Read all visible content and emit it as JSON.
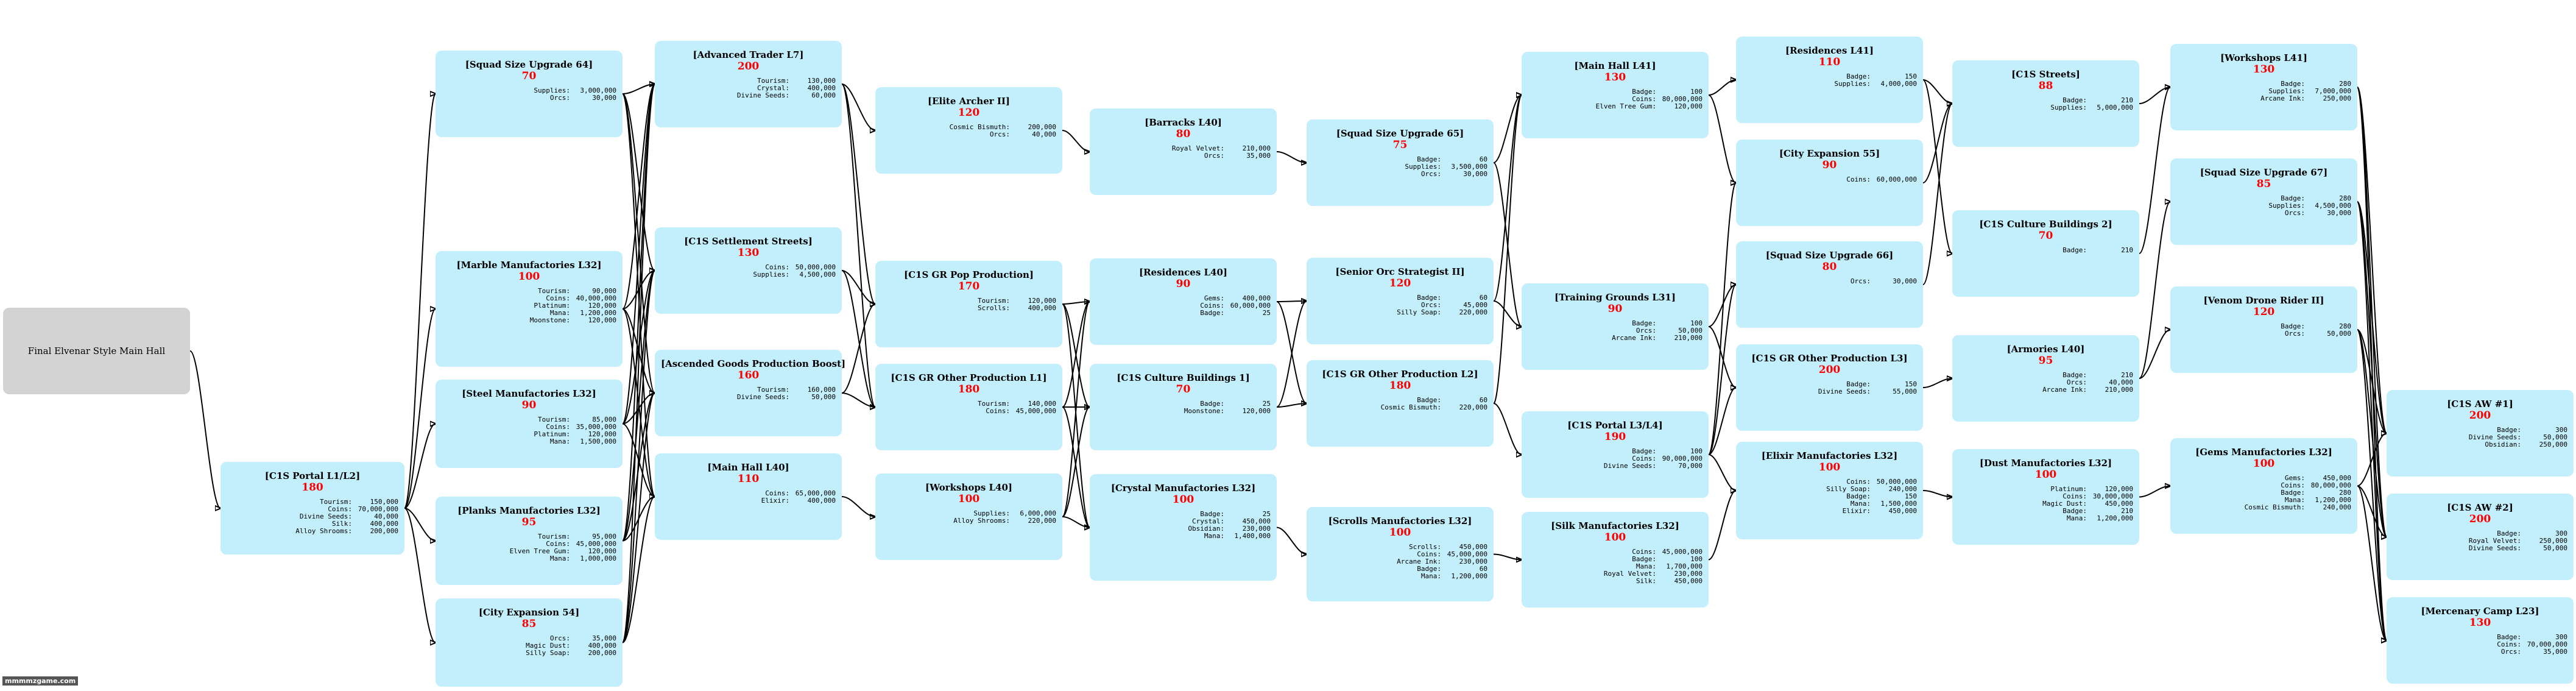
{
  "root": {
    "title": "Final Elvenar Style Main Hall"
  },
  "nodes": [
    {
      "id": "c1",
      "title": "[C1S Portal L1/L2]",
      "cost": "180",
      "reqs": [
        [
          "Tourism:",
          "150,000"
        ],
        [
          "Coins:",
          "70,000,000"
        ],
        [
          "Divine Seeds:",
          "40,000"
        ],
        [
          "Silk:",
          "400,000"
        ],
        [
          "Alloy Shrooms:",
          "200,000"
        ]
      ]
    },
    {
      "id": "c2a",
      "title": "[Squad Size Upgrade 64]",
      "cost": "70",
      "reqs": [
        [
          "Supplies:",
          "3,000,000"
        ],
        [
          "Orcs:",
          "30,000"
        ]
      ]
    },
    {
      "id": "c2b",
      "title": "[Marble Manufactories L32]",
      "cost": "100",
      "reqs": [
        [
          "Tourism:",
          "90,000"
        ],
        [
          "Coins:",
          "40,000,000"
        ],
        [
          "Platinum:",
          "120,000"
        ],
        [
          "Mana:",
          "1,200,000"
        ],
        [
          "Moonstone:",
          "120,000"
        ]
      ]
    },
    {
      "id": "c2c",
      "title": "[Steel Manufactories L32]",
      "cost": "90",
      "reqs": [
        [
          "Tourism:",
          "85,000"
        ],
        [
          "Coins:",
          "35,000,000"
        ],
        [
          "Platinum:",
          "120,000"
        ],
        [
          "Mana:",
          "1,500,000"
        ]
      ]
    },
    {
      "id": "c2d",
      "title": "[Planks Manufactories L32]",
      "cost": "95",
      "reqs": [
        [
          "Tourism:",
          "95,000"
        ],
        [
          "Coins:",
          "45,000,000"
        ],
        [
          "Elven Tree Gum:",
          "120,000"
        ],
        [
          "Mana:",
          "1,000,000"
        ]
      ]
    },
    {
      "id": "c2e",
      "title": "[City Expansion 54]",
      "cost": "85",
      "reqs": [
        [
          "Orcs:",
          "35,000"
        ],
        [
          "Magic Dust:",
          "400,000"
        ],
        [
          "Silly Soap:",
          "200,000"
        ]
      ]
    },
    {
      "id": "c3a",
      "title": "[Advanced Trader L7]",
      "cost": "200",
      "reqs": [
        [
          "Tourism:",
          "130,000"
        ],
        [
          "Crystal:",
          "400,000"
        ],
        [
          "Divine Seeds:",
          "60,000"
        ]
      ]
    },
    {
      "id": "c3b",
      "title": "[C1S Settlement Streets]",
      "cost": "130",
      "reqs": [
        [
          "Coins:",
          "50,000,000"
        ],
        [
          "Supplies:",
          "4,500,000"
        ]
      ]
    },
    {
      "id": "c3c",
      "title": "[Ascended Goods Production Boost]",
      "cost": "160",
      "reqs": [
        [
          "Tourism:",
          "160,000"
        ],
        [
          "Divine Seeds:",
          "50,000"
        ]
      ]
    },
    {
      "id": "c3d",
      "title": "[Main Hall L40]",
      "cost": "110",
      "reqs": [
        [
          "Coins:",
          "65,000,000"
        ],
        [
          "Elixir:",
          "400,000"
        ]
      ]
    },
    {
      "id": "c4a",
      "title": "[Elite Archer II]",
      "cost": "120",
      "reqs": [
        [
          "Cosmic Bismuth:",
          "200,000"
        ],
        [
          "Orcs:",
          "40,000"
        ]
      ]
    },
    {
      "id": "c4b",
      "title": "[C1S GR Pop Production]",
      "cost": "170",
      "reqs": [
        [
          "Tourism:",
          "120,000"
        ],
        [
          "Scrolls:",
          "400,000"
        ]
      ]
    },
    {
      "id": "c4c",
      "title": "[C1S GR Other Production L1]",
      "cost": "180",
      "reqs": [
        [
          "Tourism:",
          "140,000"
        ],
        [
          "Coins:",
          "45,000,000"
        ]
      ]
    },
    {
      "id": "c4d",
      "title": "[Workshops L40]",
      "cost": "100",
      "reqs": [
        [
          "Supplies:",
          "6,000,000"
        ],
        [
          "Alloy Shrooms:",
          "220,000"
        ]
      ]
    },
    {
      "id": "c5a",
      "title": "[Barracks L40]",
      "cost": "80",
      "reqs": [
        [
          "Royal Velvet:",
          "210,000"
        ],
        [
          "Orcs:",
          "35,000"
        ]
      ]
    },
    {
      "id": "c5b",
      "title": "[Residences L40]",
      "cost": "90",
      "reqs": [
        [
          "Gems:",
          "400,000"
        ],
        [
          "Coins:",
          "60,000,000"
        ],
        [
          "Badge:",
          "25"
        ]
      ]
    },
    {
      "id": "c5c",
      "title": "[C1S Culture Buildings 1]",
      "cost": "70",
      "reqs": [
        [
          "Badge:",
          "25"
        ],
        [
          "Moonstone:",
          "120,000"
        ]
      ]
    },
    {
      "id": "c5d",
      "title": "[Crystal Manufactories L32]",
      "cost": "100",
      "reqs": [
        [
          "Badge:",
          "25"
        ],
        [
          "Crystal:",
          "450,000"
        ],
        [
          "Obsidian:",
          "230,000"
        ],
        [
          "Mana:",
          "1,400,000"
        ]
      ]
    },
    {
      "id": "c6a",
      "title": "[Squad Size Upgrade 65]",
      "cost": "75",
      "reqs": [
        [
          "Badge:",
          "60"
        ],
        [
          "Supplies:",
          "3,500,000"
        ],
        [
          "Orcs:",
          "30,000"
        ]
      ]
    },
    {
      "id": "c6b",
      "title": "[Senior Orc Strategist II]",
      "cost": "120",
      "reqs": [
        [
          "Badge:",
          "60"
        ],
        [
          "Orcs:",
          "45,000"
        ],
        [
          "Silly Soap:",
          "220,000"
        ]
      ]
    },
    {
      "id": "c6c",
      "title": "[C1S GR Other Production L2]",
      "cost": "180",
      "reqs": [
        [
          "Badge:",
          "60"
        ],
        [
          "Cosmic Bismuth:",
          "220,000"
        ]
      ]
    },
    {
      "id": "c6d",
      "title": "[Scrolls Manufactories L32]",
      "cost": "100",
      "reqs": [
        [
          "Scrolls:",
          "450,000"
        ],
        [
          "Coins:",
          "45,000,000"
        ],
        [
          "Arcane Ink:",
          "230,000"
        ],
        [
          "Badge:",
          "60"
        ],
        [
          "Mana:",
          "1,200,000"
        ]
      ]
    },
    {
      "id": "c7a",
      "title": "[Main Hall L41]",
      "cost": "130",
      "reqs": [
        [
          "Badge:",
          "100"
        ],
        [
          "Coins:",
          "80,000,000"
        ],
        [
          "Elven Tree Gum:",
          "120,000"
        ]
      ]
    },
    {
      "id": "c7b",
      "title": "[Training Grounds L31]",
      "cost": "90",
      "reqs": [
        [
          "Badge:",
          "100"
        ],
        [
          "Orcs:",
          "50,000"
        ],
        [
          "Arcane Ink:",
          "210,000"
        ]
      ]
    },
    {
      "id": "c7c",
      "title": "[C1S Portal L3/L4]",
      "cost": "190",
      "reqs": [
        [
          "Badge:",
          "100"
        ],
        [
          "Coins:",
          "90,000,000"
        ],
        [
          "Divine Seeds:",
          "70,000"
        ]
      ]
    },
    {
      "id": "c7d",
      "title": "[Silk Manufactories L32]",
      "cost": "100",
      "reqs": [
        [
          "Coins:",
          "45,000,000"
        ],
        [
          "Badge:",
          "100"
        ],
        [
          "Mana:",
          "1,700,000"
        ],
        [
          "Royal Velvet:",
          "230,000"
        ],
        [
          "Silk:",
          "450,000"
        ]
      ]
    },
    {
      "id": "c8a",
      "title": "[Residences L41]",
      "cost": "110",
      "reqs": [
        [
          "Badge:",
          "150"
        ],
        [
          "Supplies:",
          "4,000,000"
        ]
      ]
    },
    {
      "id": "c8b",
      "title": "[City Expansion 55]",
      "cost": "90",
      "reqs": [
        [
          "Coins:",
          "60,000,000"
        ]
      ]
    },
    {
      "id": "c8c",
      "title": "[Squad Size Upgrade 66]",
      "cost": "80",
      "reqs": [
        [
          "Orcs:",
          "30,000"
        ]
      ]
    },
    {
      "id": "c8d",
      "title": "[C1S GR Other Production L3]",
      "cost": "200",
      "reqs": [
        [
          "Badge:",
          "150"
        ],
        [
          "Divine Seeds:",
          "55,000"
        ]
      ]
    },
    {
      "id": "c8e",
      "title": "[Elixir Manufactories L32]",
      "cost": "100",
      "reqs": [
        [
          "Coins:",
          "50,000,000"
        ],
        [
          "Silly Soap:",
          "240,000"
        ],
        [
          "Badge:",
          "150"
        ],
        [
          "Mana:",
          "1,500,000"
        ],
        [
          "Elixir:",
          "450,000"
        ]
      ]
    },
    {
      "id": "c9a",
      "title": "[C1S Streets]",
      "cost": "88",
      "reqs": [
        [
          "Badge:",
          "210"
        ],
        [
          "Supplies:",
          "5,000,000"
        ]
      ]
    },
    {
      "id": "c9b",
      "title": "[C1S Culture Buildings 2]",
      "cost": "70",
      "reqs": [
        [
          "Badge:",
          "210"
        ]
      ]
    },
    {
      "id": "c9c",
      "title": "[Armories L40]",
      "cost": "95",
      "reqs": [
        [
          "Badge:",
          "210"
        ],
        [
          "Orcs:",
          "40,000"
        ],
        [
          "Arcane Ink:",
          "210,000"
        ]
      ]
    },
    {
      "id": "c9d",
      "title": "[Dust Manufactories L32]",
      "cost": "100",
      "reqs": [
        [
          "Platinum:",
          "120,000"
        ],
        [
          "Coins:",
          "30,000,000"
        ],
        [
          "Magic Dust:",
          "450,000"
        ],
        [
          "Badge:",
          "210"
        ],
        [
          "Mana:",
          "1,200,000"
        ]
      ]
    },
    {
      "id": "c10a",
      "title": "[Workshops L41]",
      "cost": "130",
      "reqs": [
        [
          "Badge:",
          "280"
        ],
        [
          "Supplies:",
          "7,000,000"
        ],
        [
          "Arcane Ink:",
          "250,000"
        ]
      ]
    },
    {
      "id": "c10b",
      "title": "[Squad Size Upgrade 67]",
      "cost": "85",
      "reqs": [
        [
          "Badge:",
          "280"
        ],
        [
          "Supplies:",
          "4,500,000"
        ],
        [
          "Orcs:",
          "30,000"
        ]
      ]
    },
    {
      "id": "c10c",
      "title": "[Venom Drone Rider II]",
      "cost": "120",
      "reqs": [
        [
          "Badge:",
          "280"
        ],
        [
          "Orcs:",
          "50,000"
        ]
      ]
    },
    {
      "id": "c10d",
      "title": "[Gems Manufactories L32]",
      "cost": "100",
      "reqs": [
        [
          "Gems:",
          "450,000"
        ],
        [
          "Coins:",
          "80,000,000"
        ],
        [
          "Badge:",
          "280"
        ],
        [
          "Mana:",
          "1,200,000"
        ],
        [
          "Cosmic Bismuth:",
          "240,000"
        ]
      ]
    },
    {
      "id": "c11a",
      "title": "[C1S AW #1]",
      "cost": "200",
      "reqs": [
        [
          "Badge:",
          "300"
        ],
        [
          "Divine Seeds:",
          "50,000"
        ],
        [
          "Obsidian:",
          "250,000"
        ]
      ]
    },
    {
      "id": "c11b",
      "title": "[C1S AW #2]",
      "cost": "200",
      "reqs": [
        [
          "Badge:",
          "300"
        ],
        [
          "Royal Velvet:",
          "250,000"
        ],
        [
          "Divine Seeds:",
          "50,000"
        ]
      ]
    },
    {
      "id": "c11c",
      "title": "[Mercenary Camp L23]",
      "cost": "130",
      "reqs": [
        [
          "Badge:",
          "300"
        ],
        [
          "Coins:",
          "70,000,000"
        ],
        [
          "Orcs:",
          "35,000"
        ]
      ]
    }
  ],
  "edges": [
    [
      "root",
      "c1"
    ],
    [
      "c1",
      "c2a"
    ],
    [
      "c1",
      "c2b"
    ],
    [
      "c1",
      "c2c"
    ],
    [
      "c1",
      "c2d"
    ],
    [
      "c1",
      "c2e"
    ],
    [
      "c2a",
      "c3a"
    ],
    [
      "c2a",
      "c3b"
    ],
    [
      "c2a",
      "c3c"
    ],
    [
      "c2a",
      "c3d"
    ],
    [
      "c2b",
      "c3a"
    ],
    [
      "c2b",
      "c3b"
    ],
    [
      "c2b",
      "c3c"
    ],
    [
      "c2b",
      "c3d"
    ],
    [
      "c2c",
      "c3a"
    ],
    [
      "c2c",
      "c3b"
    ],
    [
      "c2c",
      "c3c"
    ],
    [
      "c2c",
      "c3d"
    ],
    [
      "c2d",
      "c3a"
    ],
    [
      "c2d",
      "c3b"
    ],
    [
      "c2d",
      "c3c"
    ],
    [
      "c2d",
      "c3d"
    ],
    [
      "c2e",
      "c3a"
    ],
    [
      "c2e",
      "c3b"
    ],
    [
      "c2e",
      "c3c"
    ],
    [
      "c2e",
      "c3d"
    ],
    [
      "c3a",
      "c4a"
    ],
    [
      "c3a",
      "c4b"
    ],
    [
      "c3a",
      "c4c"
    ],
    [
      "c3b",
      "c4b"
    ],
    [
      "c3b",
      "c4c"
    ],
    [
      "c3c",
      "c4b"
    ],
    [
      "c3c",
      "c4c"
    ],
    [
      "c3d",
      "c4d"
    ],
    [
      "c4a",
      "c5a"
    ],
    [
      "c4b",
      "c5b"
    ],
    [
      "c4b",
      "c5c"
    ],
    [
      "c4b",
      "c5d"
    ],
    [
      "c4c",
      "c5b"
    ],
    [
      "c4c",
      "c5c"
    ],
    [
      "c4c",
      "c5d"
    ],
    [
      "c4d",
      "c5b"
    ],
    [
      "c4d",
      "c5c"
    ],
    [
      "c4d",
      "c5d"
    ],
    [
      "c5a",
      "c6a"
    ],
    [
      "c5b",
      "c6b"
    ],
    [
      "c5b",
      "c6c"
    ],
    [
      "c5c",
      "c6b"
    ],
    [
      "c5c",
      "c6c"
    ],
    [
      "c5d",
      "c6d"
    ],
    [
      "c6a",
      "c7a"
    ],
    [
      "c6a",
      "c7b"
    ],
    [
      "c6b",
      "c7a"
    ],
    [
      "c6b",
      "c7b"
    ],
    [
      "c6c",
      "c7a"
    ],
    [
      "c6c",
      "c7c"
    ],
    [
      "c6d",
      "c7d"
    ],
    [
      "c7a",
      "c8a"
    ],
    [
      "c7a",
      "c8b"
    ],
    [
      "c7b",
      "c8c"
    ],
    [
      "c7b",
      "c8d"
    ],
    [
      "c7c",
      "c8b"
    ],
    [
      "c7c",
      "c8c"
    ],
    [
      "c7c",
      "c8d"
    ],
    [
      "c7c",
      "c8e"
    ],
    [
      "c7d",
      "c8e"
    ],
    [
      "c8a",
      "c9a"
    ],
    [
      "c8a",
      "c9b"
    ],
    [
      "c8b",
      "c9a"
    ],
    [
      "c8c",
      "c9a"
    ],
    [
      "c8d",
      "c9c"
    ],
    [
      "c8e",
      "c9d"
    ],
    [
      "c9a",
      "c10a"
    ],
    [
      "c9b",
      "c10a"
    ],
    [
      "c9c",
      "c10b"
    ],
    [
      "c9c",
      "c10c"
    ],
    [
      "c9d",
      "c10d"
    ],
    [
      "c10a",
      "c11a"
    ],
    [
      "c10a",
      "c11b"
    ],
    [
      "c10a",
      "c11c"
    ],
    [
      "c10b",
      "c11a"
    ],
    [
      "c10b",
      "c11b"
    ],
    [
      "c10b",
      "c11c"
    ],
    [
      "c10c",
      "c11a"
    ],
    [
      "c10c",
      "c11b"
    ],
    [
      "c10c",
      "c11c"
    ],
    [
      "c10d",
      "c11a"
    ],
    [
      "c10d",
      "c11b"
    ],
    [
      "c10d",
      "c11c"
    ]
  ],
  "watermark": "mmmmzgame.com"
}
